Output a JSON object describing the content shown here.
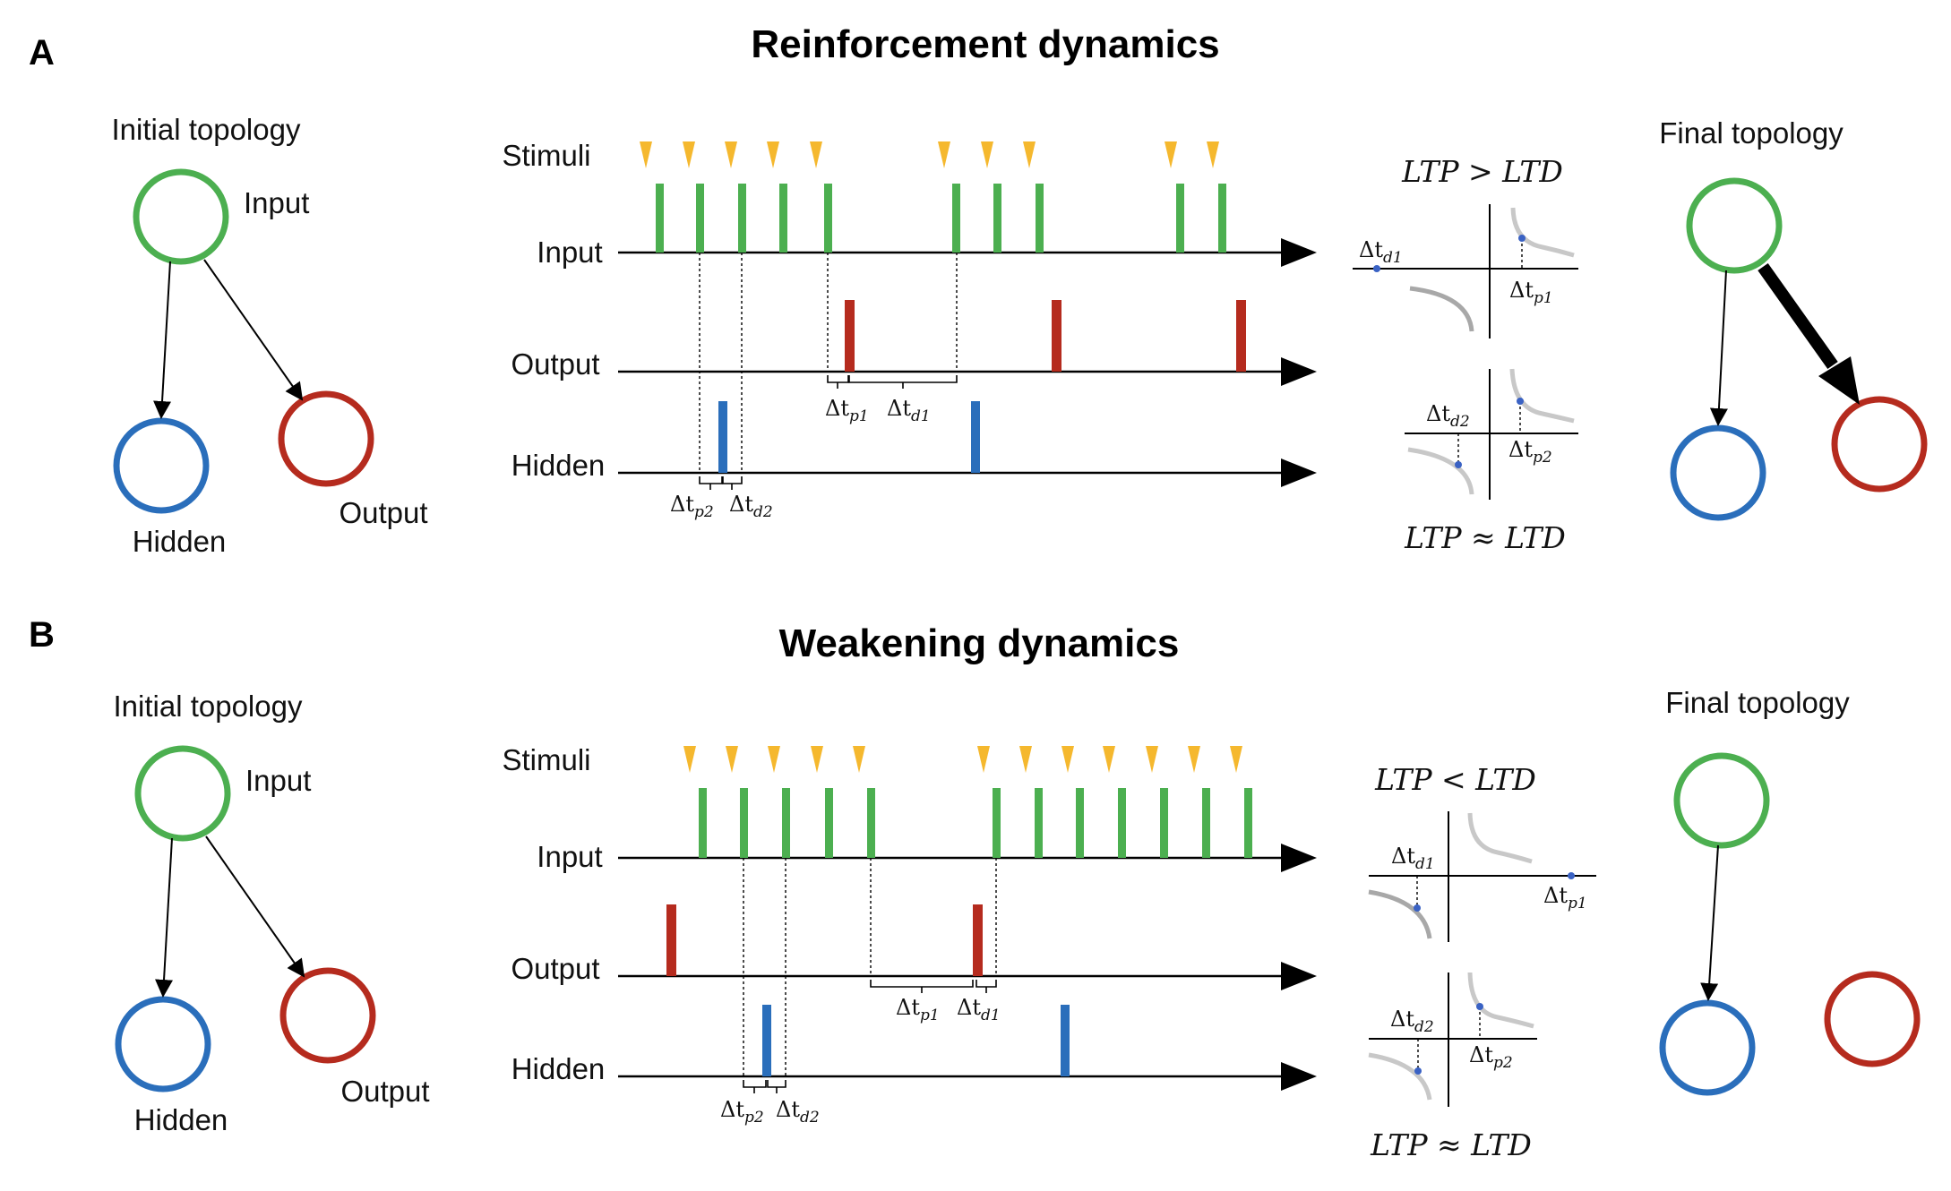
{
  "panels": [
    {
      "letter": "A",
      "title": "Reinforcement dynamics",
      "initial_label": "Initial topology",
      "final_label": "Final topology",
      "node_labels": {
        "input": "Input",
        "hidden": "Hidden",
        "output": "Output"
      },
      "row_labels": {
        "stimuli": "Stimuli",
        "input": "Input",
        "output": "Output",
        "hidden": "Hidden"
      },
      "ineq_top": "LTP > LTD",
      "ineq_bottom": "LTP ≈ LTD",
      "dt_labels": {
        "p1": "Δt",
        "p1_sub": "p1",
        "d1": "Δt",
        "d1_sub": "d1",
        "p2": "Δt",
        "p2_sub": "p2",
        "d2": "Δt",
        "d2_sub": "d2"
      },
      "final_edges": {
        "input_to_hidden": "thin",
        "input_to_output": "thick"
      }
    },
    {
      "letter": "B",
      "title": "Weakening dynamics",
      "initial_label": "Initial topology",
      "final_label": "Final topology",
      "node_labels": {
        "input": "Input",
        "hidden": "Hidden",
        "output": "Output"
      },
      "row_labels": {
        "stimuli": "Stimuli",
        "input": "Input",
        "output": "Output",
        "hidden": "Hidden"
      },
      "ineq_top": "LTP < LTD",
      "ineq_bottom": "LTP ≈ LTD",
      "dt_labels": {
        "p1": "Δt",
        "p1_sub": "p1",
        "d1": "Δt",
        "d1_sub": "d1",
        "p2": "Δt",
        "p2_sub": "p2",
        "d2": "Δt",
        "d2_sub": "d2"
      },
      "final_edges": {
        "input_to_hidden": "thin",
        "input_to_output": "none"
      }
    }
  ],
  "colors": {
    "input": "#4caf50",
    "output": "#b52b1e",
    "hidden": "#2a6ebb",
    "stimulus": "#f5b82e",
    "curve": "#c8c8c8",
    "curve_dark": "#a8a8a8",
    "dot": "#3a62c4"
  }
}
